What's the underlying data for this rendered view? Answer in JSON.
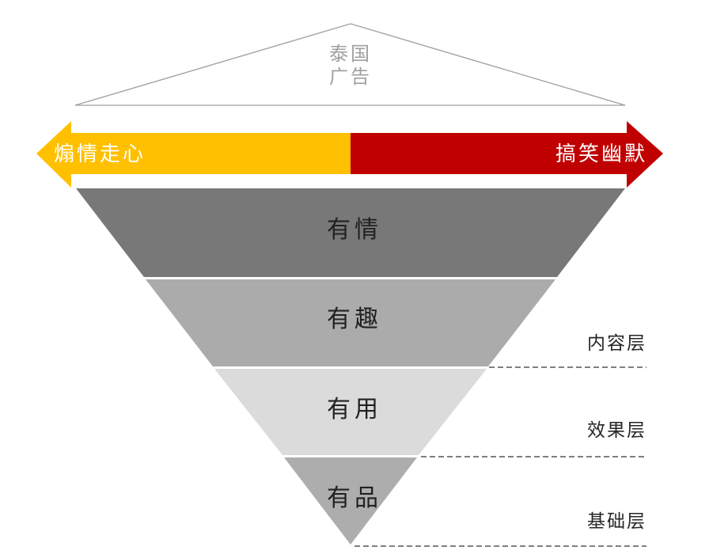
{
  "apex": {
    "line1": "泰国",
    "line2": "广告"
  },
  "spectrum": {
    "left_label": "煽情走心",
    "right_label": "搞笑幽默",
    "left_color": "#FFC000",
    "right_color": "#C00000"
  },
  "funnel": {
    "layers": [
      {
        "label": "有情",
        "color": "#787878"
      },
      {
        "label": "有趣",
        "color": "#ABABAB"
      },
      {
        "label": "有用",
        "color": "#DBDBDB"
      },
      {
        "label": "有品",
        "color": "#ADADAD"
      }
    ]
  },
  "annotations": {
    "items": [
      {
        "label": "内容层"
      },
      {
        "label": "效果层"
      },
      {
        "label": "基础层"
      }
    ]
  },
  "colors": {
    "outline": "#9E9E9E",
    "dash": "#7F7F7F",
    "apex_text": "#A0A0A0",
    "funnel_text": "#212121",
    "annotation_text": "#262626",
    "arrow_text": "#FFFFFF"
  }
}
